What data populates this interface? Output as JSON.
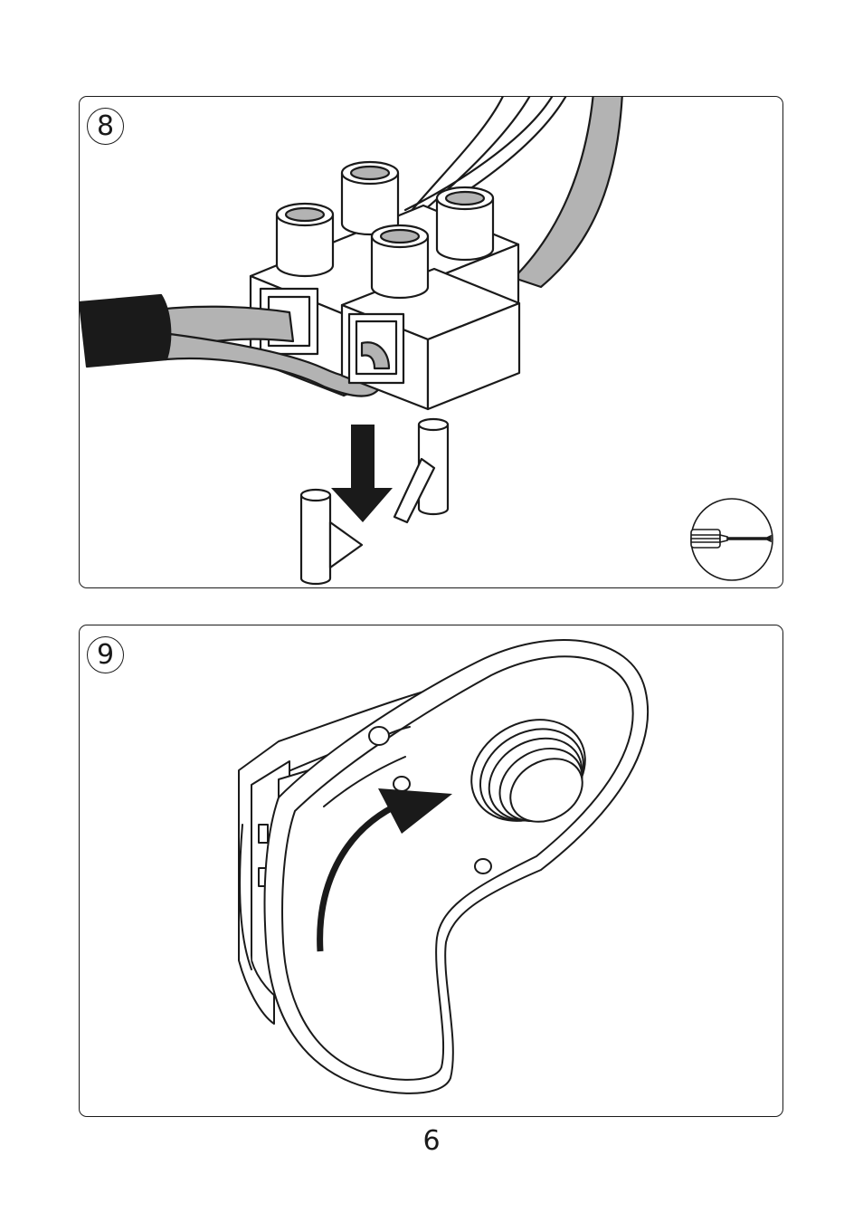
{
  "steps": [
    {
      "number": "8",
      "tool_icon": "screwdriver-icon"
    },
    {
      "number": "9",
      "motion_icon": "curved-arrow-icon"
    }
  ],
  "colors": {
    "line": "#1a1a1a",
    "cable_gray": "#b3b3b3",
    "sheath_black": "#1a1a1a",
    "background": "#ffffff"
  },
  "page": {
    "number": "6"
  }
}
